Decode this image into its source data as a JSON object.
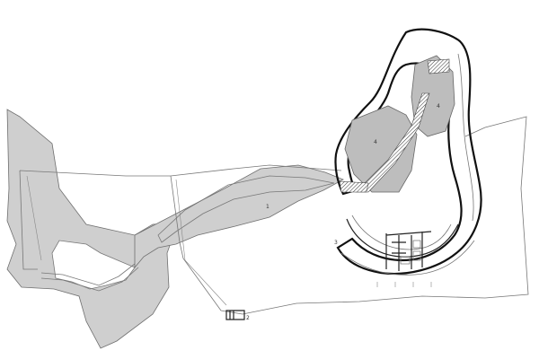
{
  "plan": {
    "labels": {
      "one": "1",
      "two": "2",
      "three": "3",
      "four_a": "4",
      "four_b": "4"
    }
  }
}
